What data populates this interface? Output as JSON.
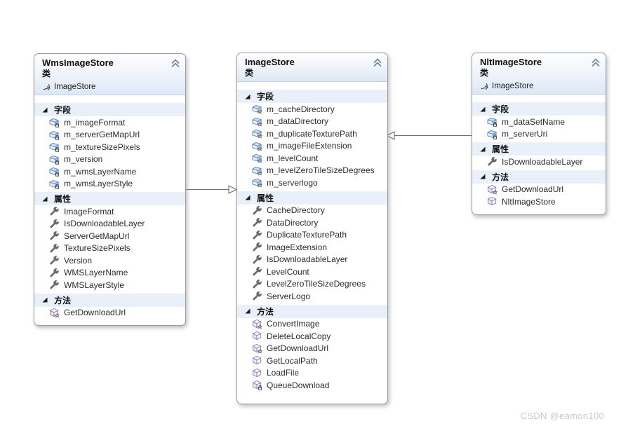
{
  "watermark": {
    "text": "CSDN @eamon100",
    "color": "#c9c9c9"
  },
  "colors": {
    "field_icon_stroke": "#4f7fb5",
    "field_icon_top": "#cfe1f4",
    "field_icon_front": "#e8f1fb",
    "field_icon_side": "#b9d2ec",
    "method_icon_stroke": "#8b6fc0",
    "method_icon_top": "#f7f3fc",
    "method_icon_left": "#ece3f7",
    "method_icon_right": "#fdfcfe",
    "property_icon_gray": "#6b6b6b",
    "section_header_bg": "#e9f0fa",
    "class_header_tint": "#dde7f5",
    "box_border": "#9b9b9b",
    "connector": "#6e6e6e",
    "collapse_chevron": "#7188a8",
    "badge": "#3a3a3a"
  },
  "classes": [
    {
      "id": "wms",
      "title": "WmsImageStore",
      "kind_label": "类",
      "base_type": "ImageStore",
      "sections": [
        {
          "label": "字段",
          "members": [
            {
              "name": "m_imageFormat",
              "icon": "field-icon",
              "badge": "lock"
            },
            {
              "name": "m_serverGetMapUrl",
              "icon": "field-icon",
              "badge": "lock"
            },
            {
              "name": "m_textureSizePixels",
              "icon": "field-icon",
              "badge": "lock"
            },
            {
              "name": "m_version",
              "icon": "field-icon",
              "badge": "lock"
            },
            {
              "name": "m_wmsLayerName",
              "icon": "field-icon",
              "badge": "lock"
            },
            {
              "name": "m_wmsLayerStyle",
              "icon": "field-icon",
              "badge": "lock"
            }
          ]
        },
        {
          "label": "属性",
          "members": [
            {
              "name": "ImageFormat",
              "icon": "property-icon",
              "badge": null
            },
            {
              "name": "IsDownloadableLayer",
              "icon": "property-icon",
              "badge": null
            },
            {
              "name": "ServerGetMapUrl",
              "icon": "property-icon",
              "badge": null
            },
            {
              "name": "TextureSizePixels",
              "icon": "property-icon",
              "badge": null
            },
            {
              "name": "Version",
              "icon": "property-icon",
              "badge": null
            },
            {
              "name": "WMSLayerName",
              "icon": "property-icon",
              "badge": null
            },
            {
              "name": "WMSLayerStyle",
              "icon": "property-icon",
              "badge": null
            }
          ]
        },
        {
          "label": "方法",
          "members": [
            {
              "name": "GetDownloadUrl",
              "icon": "method-icon",
              "badge": "star"
            }
          ]
        }
      ]
    },
    {
      "id": "imagestore",
      "title": "ImageStore",
      "kind_label": "类",
      "base_type": null,
      "sections": [
        {
          "label": "字段",
          "members": [
            {
              "name": "m_cacheDirectory",
              "icon": "field-icon",
              "badge": "star"
            },
            {
              "name": "m_dataDirectory",
              "icon": "field-icon",
              "badge": "star"
            },
            {
              "name": "m_duplicateTexturePath",
              "icon": "field-icon",
              "badge": "star"
            },
            {
              "name": "m_imageFileExtension",
              "icon": "field-icon",
              "badge": "star"
            },
            {
              "name": "m_levelCount",
              "icon": "field-icon",
              "badge": "star"
            },
            {
              "name": "m_levelZeroTileSizeDegrees",
              "icon": "field-icon",
              "badge": "star"
            },
            {
              "name": "m_serverlogo",
              "icon": "field-icon",
              "badge": "star"
            }
          ]
        },
        {
          "label": "属性",
          "members": [
            {
              "name": "CacheDirectory",
              "icon": "property-icon",
              "badge": null
            },
            {
              "name": "DataDirectory",
              "icon": "property-icon",
              "badge": null
            },
            {
              "name": "DuplicateTexturePath",
              "icon": "property-icon",
              "badge": null
            },
            {
              "name": "ImageExtension",
              "icon": "property-icon",
              "badge": null
            },
            {
              "name": "IsDownloadableLayer",
              "icon": "property-icon",
              "badge": null
            },
            {
              "name": "LevelCount",
              "icon": "property-icon",
              "badge": null
            },
            {
              "name": "LevelZeroTileSizeDegrees",
              "icon": "property-icon",
              "badge": null
            },
            {
              "name": "ServerLogo",
              "icon": "property-icon",
              "badge": null
            }
          ]
        },
        {
          "label": "方法",
          "members": [
            {
              "name": "ConvertImage",
              "icon": "method-icon",
              "badge": "star"
            },
            {
              "name": "DeleteLocalCopy",
              "icon": "method-icon",
              "badge": null
            },
            {
              "name": "GetDownloadUrl",
              "icon": "method-icon",
              "badge": "star"
            },
            {
              "name": "GetLocalPath",
              "icon": "method-icon",
              "badge": null
            },
            {
              "name": "LoadFile",
              "icon": "method-icon",
              "badge": null
            },
            {
              "name": "QueueDownload",
              "icon": "method-icon",
              "badge": "lock"
            }
          ]
        }
      ]
    },
    {
      "id": "nlt",
      "title": "NltImageStore",
      "kind_label": "类",
      "base_type": "ImageStore",
      "sections": [
        {
          "label": "字段",
          "members": [
            {
              "name": "m_dataSetName",
              "icon": "field-icon",
              "badge": "lock"
            },
            {
              "name": "m_serverUri",
              "icon": "field-icon",
              "badge": "lock"
            }
          ]
        },
        {
          "label": "属性",
          "members": [
            {
              "name": "IsDownloadableLayer",
              "icon": "property-icon",
              "badge": null
            }
          ]
        },
        {
          "label": "方法",
          "members": [
            {
              "name": "GetDownloadUrl",
              "icon": "method-icon",
              "badge": "star"
            },
            {
              "name": "NltImageStore",
              "icon": "method-icon",
              "badge": null
            }
          ]
        }
      ]
    }
  ],
  "connectors": [
    {
      "type": "inheritance",
      "from": "WmsImageStore",
      "to": "ImageStore"
    },
    {
      "type": "inheritance",
      "from": "NltImageStore",
      "to": "ImageStore"
    }
  ]
}
